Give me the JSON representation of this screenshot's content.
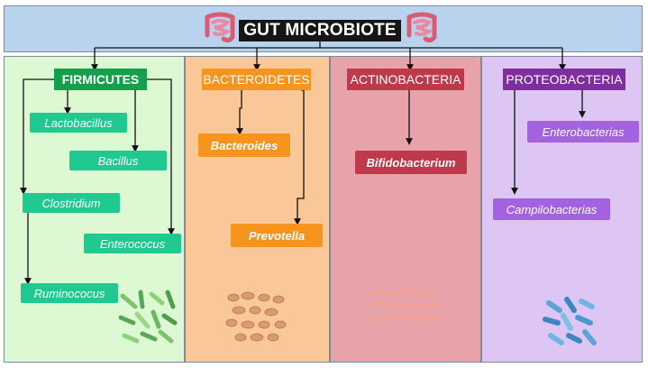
{
  "title": "GUT MICROBIOTE",
  "icons": {
    "left": "intestine-icon",
    "right": "intestine-icon",
    "microbes": "bacteria-cluster-icon"
  },
  "colors": {
    "firmicutes": "#12a04b",
    "bacteroidetes": "#f7941d",
    "actinobacteria": "#c0394b",
    "proteobacteria": "#7e2e9e"
  },
  "phyla": [
    {
      "name": "FIRMICUTES",
      "genera": [
        "Lactobacillus",
        "Bacillus",
        "Clostridium",
        "Enterococus",
        "Ruminococus"
      ]
    },
    {
      "name": "BACTEROIDETES",
      "genera": [
        "Bacteroides",
        "Prevotella"
      ]
    },
    {
      "name": "ACTINOBACTERIA",
      "genera": [
        "Bifidobacterium"
      ]
    },
    {
      "name": "PROTEOBACTERIA",
      "genera": [
        "Enterobacterias",
        "Campilobacterias"
      ]
    }
  ]
}
